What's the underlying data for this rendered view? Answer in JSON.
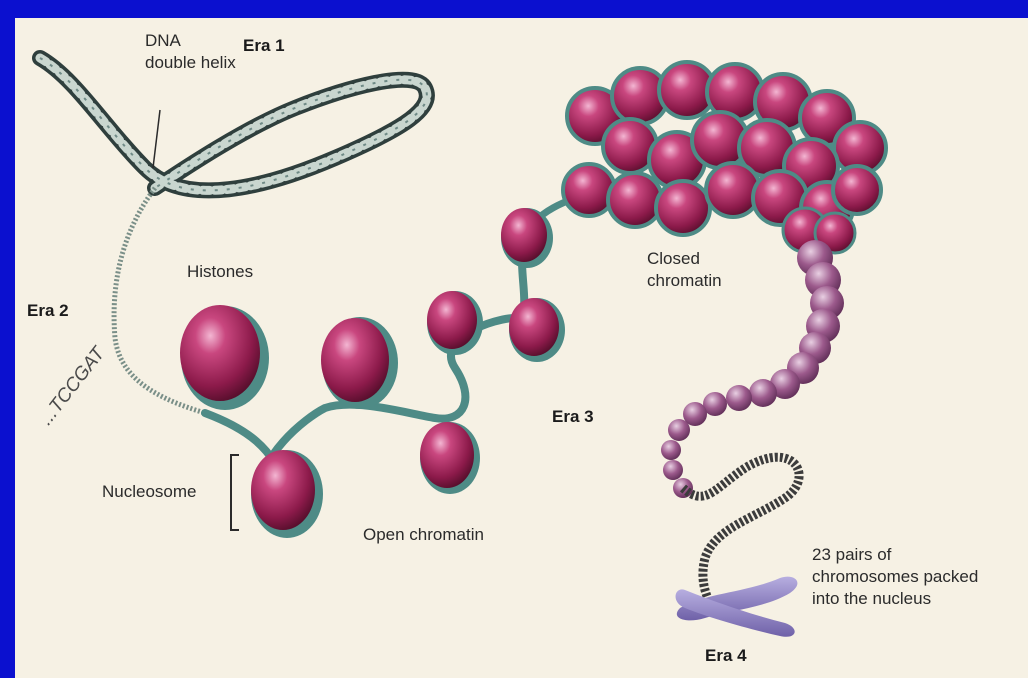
{
  "colors": {
    "frame": "#0b10cf",
    "panel": "#f6f1e4",
    "histone": "#a8245e",
    "dna_strand": "#4e8b86",
    "chromosome": "#8f80c2"
  },
  "labels": {
    "era1": "Era 1",
    "era2": "Era 2",
    "era3": "Era 3",
    "era4": "Era 4",
    "dna_line1": "DNA",
    "dna_line2": "double helix",
    "histones": "Histones",
    "nucleosome": "Nucleosome",
    "open_chromatin": "Open chromatin",
    "closed_line1": "Closed",
    "closed_line2": "chromatin",
    "chromosomes_line1": "23 pairs of",
    "chromosomes_line2": "chromosomes packed",
    "chromosomes_line3": "into the nucleus",
    "sequence": "...TCCGAT"
  }
}
